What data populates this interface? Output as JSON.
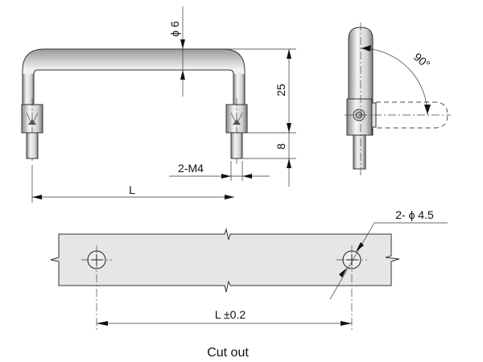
{
  "drawing": {
    "front_view": {
      "rod_diameter_label": "ϕ 6",
      "height_label": "25",
      "thread_length_label": "8",
      "thread_label": "2-M4",
      "length_label": "L"
    },
    "side_view": {
      "rotation_label": "90°"
    },
    "cutout_view": {
      "hole_label": "2- ϕ 4.5",
      "spacing_label": "L ±0.2",
      "caption": "Cut out"
    }
  },
  "colors": {
    "panel_fill": "#e6e6e6",
    "line": "#222222",
    "metal_light": "#f2f2f2",
    "metal_dark": "#8c8c8c"
  }
}
